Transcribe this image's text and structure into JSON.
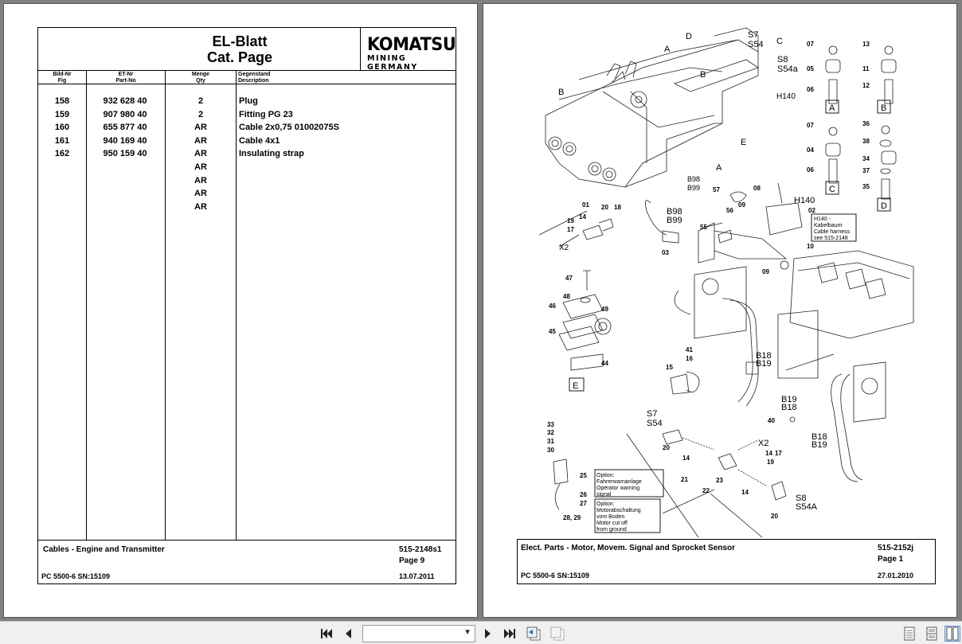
{
  "left_page": {
    "title_line1": "EL-Blatt",
    "title_line2": "Cat. Page",
    "logo_main": "KOMATSU",
    "logo_sub": "MINING GERMANY",
    "columns": {
      "fig_de": "Bild-Nr",
      "fig_en": "Fig",
      "part_de": "ET-Nr",
      "part_en": "Part-No",
      "qty_de": "Menge",
      "qty_en": "Qty",
      "desc_de": "Gegenstand",
      "desc_en": "Description"
    },
    "rows": [
      {
        "fig": "158",
        "part": "932 628 40",
        "qty": "2",
        "desc": "Plug"
      },
      {
        "fig": "159",
        "part": "907 980 40",
        "qty": "2",
        "desc": "Fitting PG 23"
      },
      {
        "fig": "160",
        "part": "655 877 40",
        "qty": "AR",
        "desc": "Cable 2x0,75 01002075S"
      },
      {
        "fig": "161",
        "part": "940 169 40",
        "qty": "AR",
        "desc": "Cable 4x1"
      },
      {
        "fig": "162",
        "part": "950 159 40",
        "qty": "AR",
        "desc": "Insulating strap"
      },
      {
        "fig": "",
        "part": "",
        "qty": "AR",
        "desc": ""
      },
      {
        "fig": "",
        "part": "",
        "qty": "AR",
        "desc": ""
      },
      {
        "fig": "",
        "part": "",
        "qty": "AR",
        "desc": ""
      },
      {
        "fig": "",
        "part": "",
        "qty": "AR",
        "desc": ""
      }
    ],
    "footer": {
      "title": "Cables - Engine and Transmitter",
      "doc_no": "515-2148s1",
      "page": "Page 9",
      "machine": "PC 5500-6 SN:15109",
      "date": "13.07.2011"
    }
  },
  "right_page": {
    "footer": {
      "title": "Elect. Parts - Motor, Movem. Signal and Sprocket Sensor",
      "doc_no": "515-2152j",
      "page": "Page 1",
      "machine": "PC 5500-6 SN:15109",
      "date": "27.01.2010"
    },
    "labels": {
      "D": "D",
      "S7": "S7",
      "S54": "S54",
      "C": "C",
      "A": "A",
      "S8": "S8",
      "S54a": "S54a",
      "B": "B",
      "H140": "H140",
      "E": "E",
      "B98": "B98",
      "B99": "B99",
      "n07": "07",
      "n05": "05",
      "n06": "06",
      "n13": "13",
      "n11": "11",
      "n12": "12",
      "n04": "04",
      "n36": "36",
      "n38": "38",
      "n34": "34",
      "n37": "37",
      "n35": "35",
      "n08": "08",
      "n57": "57",
      "n09": "09",
      "n56": "56",
      "n02": "02",
      "n55": "55",
      "n10": "10",
      "n01": "01",
      "n19": "19",
      "n14": "14",
      "n17": "17",
      "n20": "20",
      "n18": "18",
      "X2": "X2",
      "n03": "03",
      "n47": "47",
      "n48": "48",
      "n46": "46",
      "n49": "49",
      "n45": "45",
      "n44": "44",
      "n41": "41",
      "n16": "16",
      "n15": "15",
      "B18": "B18",
      "B19": "B19",
      "n40": "40",
      "n33": "33",
      "n32": "32",
      "n31": "31",
      "n30": "30",
      "n25": "25",
      "n26": "26",
      "n27": "27",
      "n28_29": "28, 29",
      "n21": "21",
      "n22": "22",
      "n23": "23",
      "S54A": "S54A",
      "harness_note_1": "H140 -",
      "harness_note_2": "Kabelbaum",
      "harness_note_3": "Cable harness",
      "harness_note_4": "see 515-2148",
      "opt1_1": "Option:",
      "opt1_2": "Fahrerwarnanlage",
      "opt1_3": "Operator warning",
      "opt1_4": "signal",
      "opt2_1": "Option:",
      "opt2_2": "Motorabschaltung",
      "opt2_3": "vom Boden",
      "opt2_4": "Motor cut off",
      "opt2_5": "from ground"
    }
  },
  "toolbar": {
    "page_select_value": ""
  }
}
